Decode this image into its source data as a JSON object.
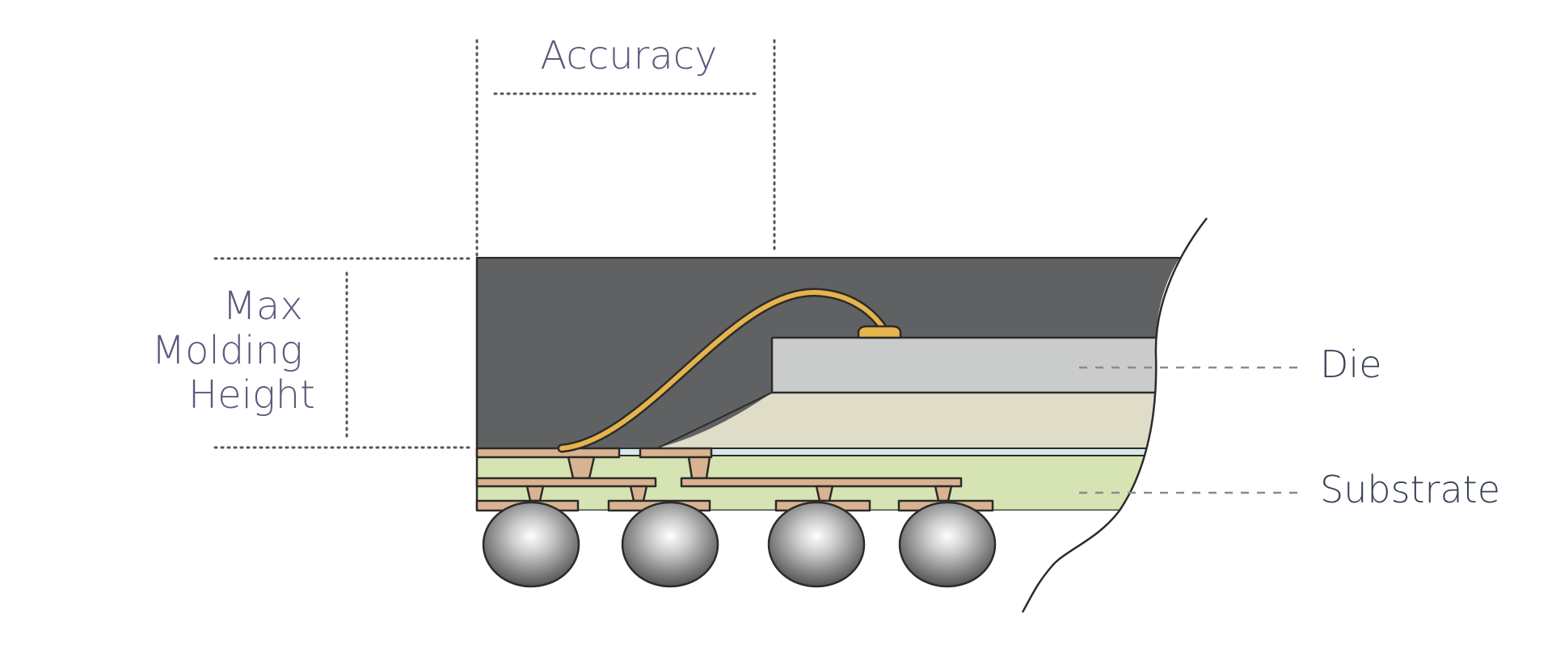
{
  "labels": {
    "accuracy": "Accuracy",
    "max_molding_height": [
      "Max",
      "Molding",
      "Height"
    ],
    "die": "Die",
    "substrate": "Substrate"
  },
  "colors": {
    "mold_compound": "#606163",
    "die": "#cacccb",
    "underfill": "#dfdcc8",
    "substrate": "#d5e4b2",
    "copper": "#d9b38f",
    "wire_bond": "#e6b44c",
    "text_left": "#5a5a7c",
    "text_right": "#3a4258"
  },
  "solder_balls": {
    "count": 4
  }
}
